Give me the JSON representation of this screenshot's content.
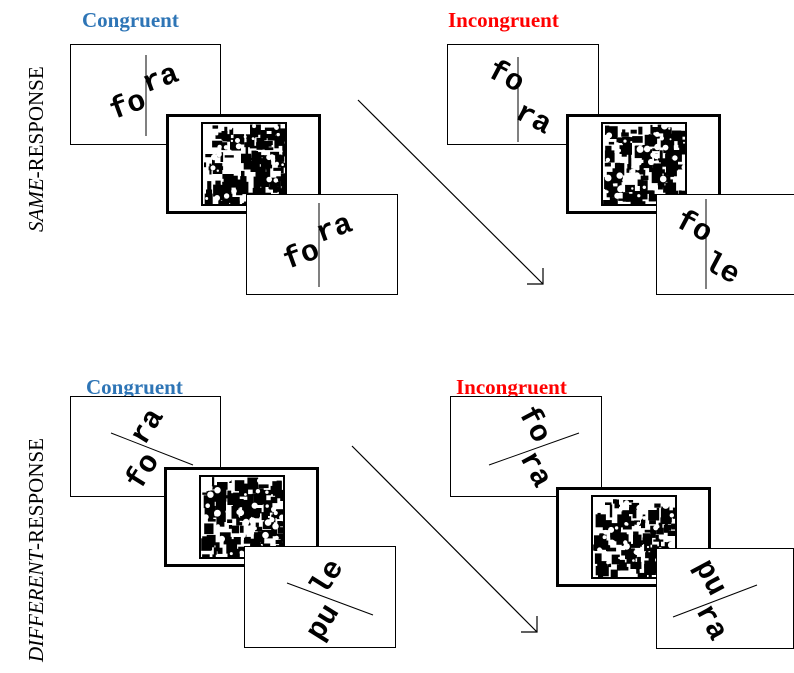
{
  "rows": [
    {
      "label_emph": "SAME",
      "label_rest": "-RESPONSE",
      "congruent": {
        "label": "Congruent",
        "prime": {
          "left": "fo",
          "right": "ra"
        },
        "target": {
          "left": "fo",
          "right": "ra"
        }
      },
      "incongruent": {
        "label": "Incongruent",
        "prime": {
          "left": "fo",
          "right": "ra"
        },
        "target": {
          "left": "fo",
          "right": "le"
        }
      }
    },
    {
      "label_emph": "DIFFERENT",
      "label_rest": "-RESPONSE",
      "congruent": {
        "label": "Congruent",
        "prime": {
          "left": "fo",
          "right": "ra"
        },
        "target": {
          "left": "pu",
          "right": "le"
        }
      },
      "incongruent": {
        "label": "Incongruent",
        "prime": {
          "left": "fo",
          "right": "ra"
        },
        "target": {
          "left": "pu",
          "right": "ra"
        }
      }
    }
  ],
  "colors": {
    "congruent": "#2e75b6",
    "incongruent": "#ff0000"
  }
}
